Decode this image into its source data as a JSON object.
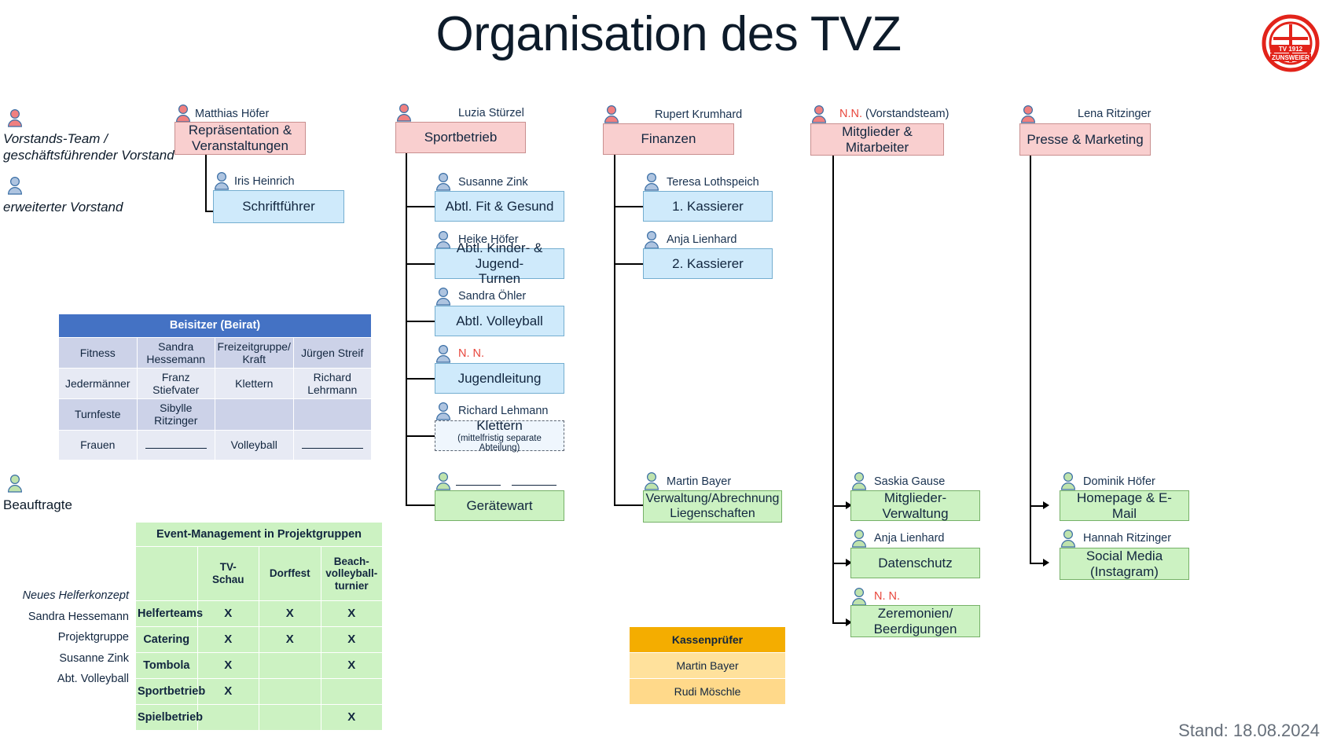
{
  "page": {
    "title": "Organisation des TVZ",
    "footer_note": "Stand: 18.08.2024",
    "logo_lines": [
      "TV 1912",
      "ZUNSWEIER"
    ]
  },
  "legend": {
    "item1": "Vorstands-Team /\ngeschäftsführender Vorstand",
    "item2": "erweiterter Vorstand",
    "item3": "Beauftragte"
  },
  "colors": {
    "board_pink": "#f9cfcf",
    "extended_blue": "#cfeafb",
    "delegate_green": "#ccf2c2",
    "table_header_blue": "#4472c4",
    "table_header_green": "#ccf2c2",
    "auditor_orange": "#f4ad00",
    "vacancy_red": "#e8463c"
  },
  "columns": [
    {
      "id": "repraesentation",
      "head": {
        "person": "Matthias Höfer",
        "label": "Repräsentation &\nVeranstaltungen",
        "type": "pink"
      },
      "children": [
        {
          "person": "Iris Heinrich",
          "label": "Schriftführer",
          "type": "blue"
        }
      ]
    },
    {
      "id": "sportbetrieb",
      "head": {
        "person": "Luzia Stürzel",
        "label": "Sportbetrieb",
        "type": "pink"
      },
      "children": [
        {
          "person": "Susanne Zink",
          "label": "Abtl. Fit & Gesund",
          "type": "blue"
        },
        {
          "person": "Heike Höfer",
          "label": "Abtl. Kinder- & Jugend-\nTurnen",
          "type": "blue"
        },
        {
          "person": "Sandra Öhler",
          "label": "Abtl. Volleyball",
          "type": "blue"
        },
        {
          "person": "N. N.",
          "vacancy": true,
          "label": "Jugendleitung",
          "type": "blue"
        },
        {
          "person": "Richard Lehmann",
          "label": "Klettern",
          "sub": "(mittelfristig separate Abteilung)",
          "type": "dashed"
        },
        {
          "person": "",
          "blank_name": true,
          "label": "Gerätewart",
          "type": "green"
        }
      ]
    },
    {
      "id": "finanzen",
      "head": {
        "person": "Rupert Krumhard",
        "label": "Finanzen",
        "type": "pink"
      },
      "children": [
        {
          "person": "Teresa Lothspeich",
          "label": "1. Kassierer",
          "type": "blue"
        },
        {
          "person": "Anja Lienhard",
          "label": "2. Kassierer",
          "type": "blue"
        },
        {
          "person": "Martin Bayer",
          "label": "Verwaltung/Abrechnung\nLiegenschaften",
          "type": "green"
        }
      ]
    },
    {
      "id": "mitglieder",
      "head": {
        "person": "N.N.",
        "person_suffix": " (Vorstandsteam)",
        "vacancy": true,
        "label": "Mitglieder &\nMitarbeiter",
        "type": "pink"
      },
      "children": [
        {
          "person": "Saskia Gause",
          "label": "Mitglieder-Verwaltung",
          "type": "green"
        },
        {
          "person": "Anja Lienhard",
          "label": "Datenschutz",
          "type": "green"
        },
        {
          "person": "N. N.",
          "vacancy": true,
          "label": "Zeremonien/\nBeerdigungen",
          "type": "green"
        }
      ]
    },
    {
      "id": "presse",
      "head": {
        "person": "Lena Ritzinger",
        "label": "Presse & Marketing",
        "type": "pink"
      },
      "children": [
        {
          "person": "Dominik Höfer",
          "label": "Homepage &  E-Mail",
          "type": "green"
        },
        {
          "person": "Hannah Ritzinger",
          "label": "Social Media\n(Instagram)",
          "type": "green"
        }
      ]
    }
  ],
  "beisitzer_table": {
    "title": "Beisitzer (Beirat)",
    "rows": [
      [
        "Fitness",
        "Sandra Hessemann",
        "Freizeitgruppe/ Kraft",
        "Jürgen Streif"
      ],
      [
        "Jedermänner",
        "Franz Stiefvater",
        "Klettern",
        "Richard Lehrmann"
      ],
      [
        "Turnfeste",
        "Sibylle Ritzinger",
        "",
        ""
      ],
      [
        "Frauen",
        "____",
        "Volleyball",
        "____"
      ]
    ]
  },
  "event_table": {
    "title": "Event-Management in Projektgruppen",
    "columns": [
      "",
      "TV-\nSchau",
      "Dorffest",
      "Beach-\nvolleyball-\nturnier"
    ],
    "left_labels": [
      {
        "text": "Neues Helferkonzept",
        "italic": true
      },
      {
        "text": "Sandra Hessemann",
        "italic": false
      },
      {
        "text": "Projektgruppe",
        "italic": false
      },
      {
        "text": "Susanne Zink",
        "italic": false
      },
      {
        "text": "Abt. Volleyball",
        "italic": false
      }
    ],
    "rows": [
      {
        "name": "Helferteams",
        "marks": [
          "X",
          "X",
          "X"
        ]
      },
      {
        "name": "Catering",
        "marks": [
          "X",
          "X",
          "X"
        ]
      },
      {
        "name": "Tombola",
        "marks": [
          "X",
          "",
          "X"
        ]
      },
      {
        "name": "Sportbetrieb",
        "marks": [
          "X",
          "",
          ""
        ]
      },
      {
        "name": "Spielbetrieb",
        "marks": [
          "",
          "",
          "X"
        ]
      }
    ]
  },
  "auditor_table": {
    "title": "Kassenprüfer",
    "members": [
      "Martin Bayer",
      "Rudi Möschle"
    ]
  }
}
